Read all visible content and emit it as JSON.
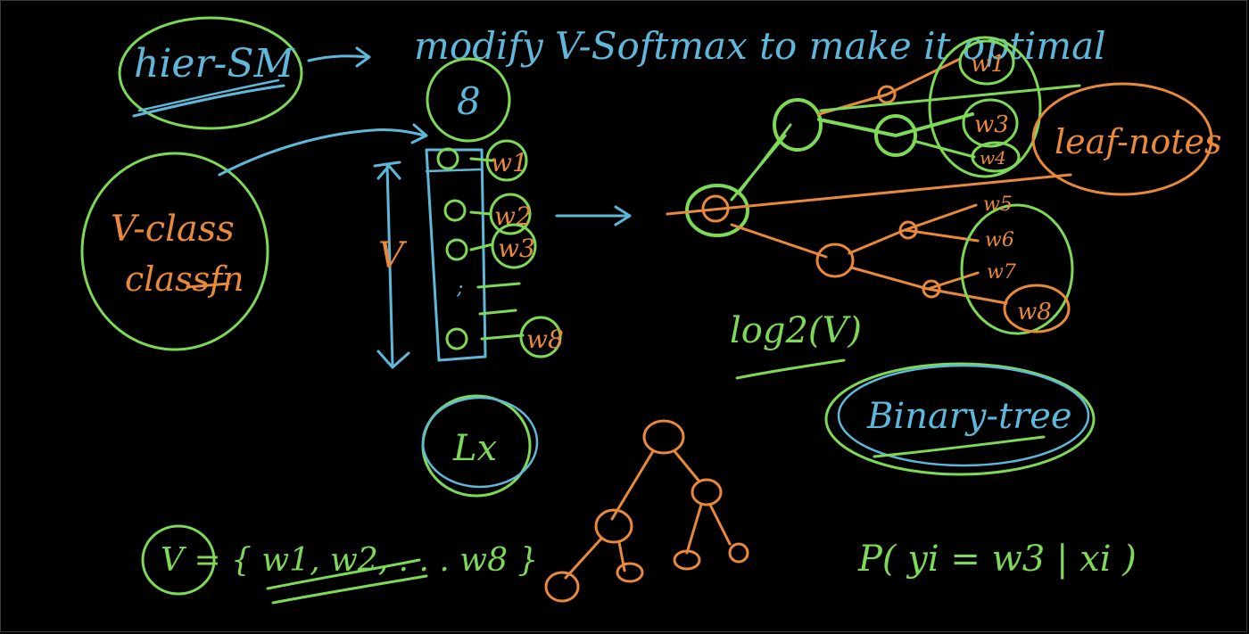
{
  "colors": {
    "background": "#000000",
    "green": "#7ed957",
    "blue": "#5fb7d9",
    "orange": "#e8893b"
  },
  "notes": {
    "hier_sm": "hier-SM",
    "modify": "modify  V-Softmax  to  make  it  optimal",
    "v_class": "V-class",
    "classfn": "classfn",
    "node_count": "8",
    "v_label": "V",
    "w1": "w1",
    "w2": "w2",
    "w3": "w3",
    "w8": "w8",
    "lx": "Lx",
    "v_set": "V = { w1, w2, . . . w8 }",
    "log_v": "log2(V)",
    "leaf_nodes": "leaf-notes",
    "binary_tree": "Binary-tree",
    "prob": "P( yi = w3 | xi )",
    "t_w1": "w1",
    "t_w3": "w3",
    "t_w4": "w4",
    "t_w5": "w5",
    "t_w6": "w6",
    "t_w7": "w7",
    "t_w8": "w8"
  }
}
